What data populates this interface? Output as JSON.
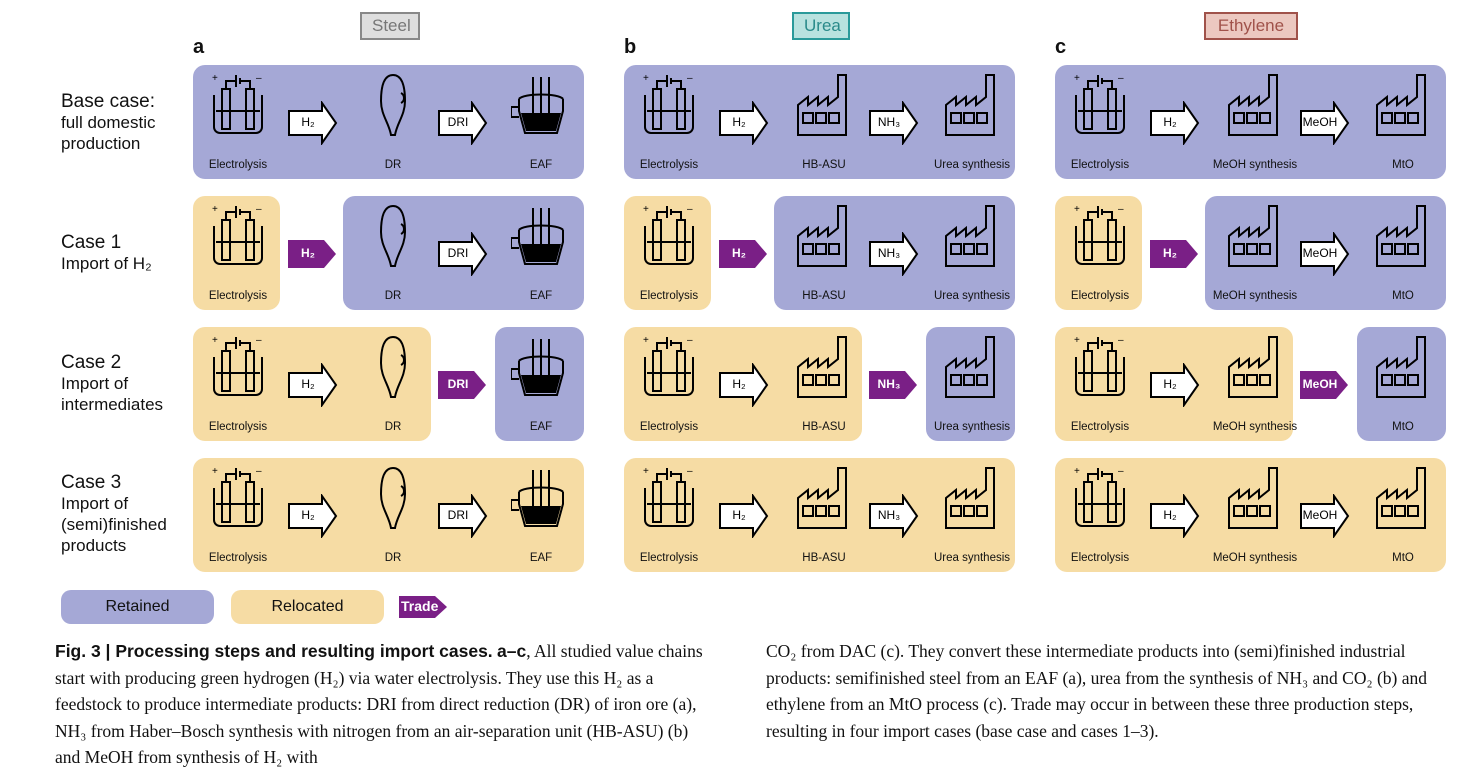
{
  "chains": [
    {
      "title": "Steel",
      "letter": "a",
      "border": "#888888",
      "bg": "#dedede",
      "steps": [
        "Electrolysis",
        "DR",
        "EAF"
      ],
      "intermediates": [
        "H2",
        "DRI"
      ]
    },
    {
      "title": "Urea",
      "letter": "b",
      "border": "#2a9a9a",
      "bg": "#b8e2df",
      "steps": [
        "Electrolysis",
        "HB-ASU",
        "Urea synthesis"
      ],
      "intermediates": [
        "H2",
        "NH3"
      ]
    },
    {
      "title": "Ethylene",
      "letter": "c",
      "border": "#a0524a",
      "bg": "#ecc8c0",
      "steps": [
        "Electrolysis",
        "MeOH synthesis",
        "MtO"
      ],
      "intermediates": [
        "H2",
        "MeOH"
      ]
    }
  ],
  "rows": [
    {
      "title": "Base case:",
      "subtitle": "full domestic production"
    },
    {
      "title": "Case 1",
      "subtitle": "Import of H₂"
    },
    {
      "title": "Case 2",
      "subtitle": "Import of intermediates"
    },
    {
      "title": "Case 3",
      "subtitle": "Import of (semi)finished products"
    }
  ],
  "legend": {
    "retained": "Retained",
    "relocated": "Relocated",
    "trade": "Trade"
  },
  "colors": {
    "retained": "#a5a8d6",
    "relocated": "#f6dca4",
    "trade": "#7a1f86"
  },
  "caption": {
    "fig": "Fig. 3 | Processing steps and resulting import cases.",
    "lead": "a–c",
    "left": ", All studied value chains start with producing green hydrogen (H₂) via water electrolysis. They use this H₂ as a feedstock to produce intermediate products: DRI from direct reduction (DR) of iron ore (a), NH₃ from Haber–Bosch synthesis with nitrogen from an air-separation unit (HB-ASU) (b) and MeOH from synthesis of H₂ with",
    "right": "CO₂ from DAC (c). They convert these intermediate products into (semi)finished industrial products: semifinished steel from an EAF (a), urea from the synthesis of NH₃ and CO₂ (b) and ethylene from an MtO process (c). Trade may occur in between these three production steps, resulting in four import cases (base case and cases 1–3)."
  }
}
